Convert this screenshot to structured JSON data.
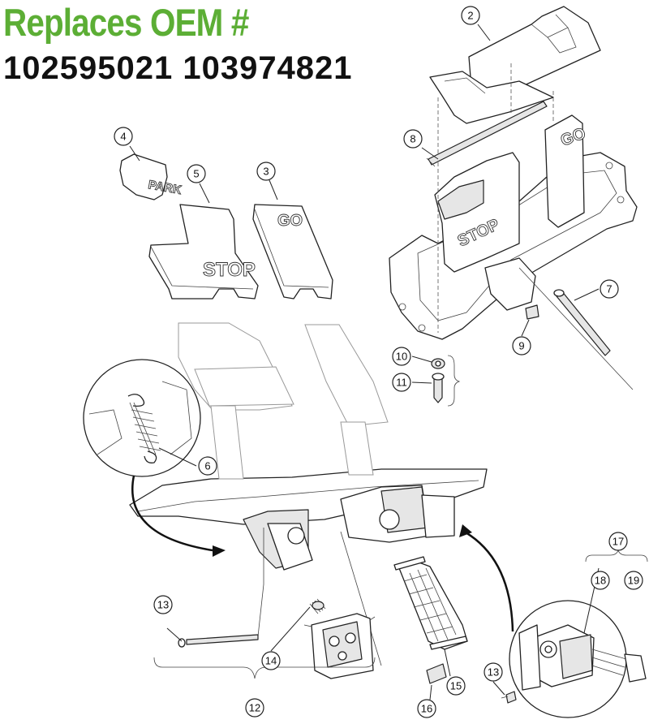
{
  "header": {
    "title": "Replaces OEM #",
    "oem_numbers": "102595021 103974821",
    "title_color": "#5cae35"
  },
  "pedal_labels": {
    "park": "PARK",
    "stop": "STOP",
    "go": "GO"
  },
  "callouts": [
    "2",
    "3",
    "4",
    "5",
    "6",
    "7",
    "8",
    "9",
    "10",
    "11",
    "12",
    "13",
    "13",
    "14",
    "15",
    "16",
    "17",
    "18",
    "19"
  ]
}
